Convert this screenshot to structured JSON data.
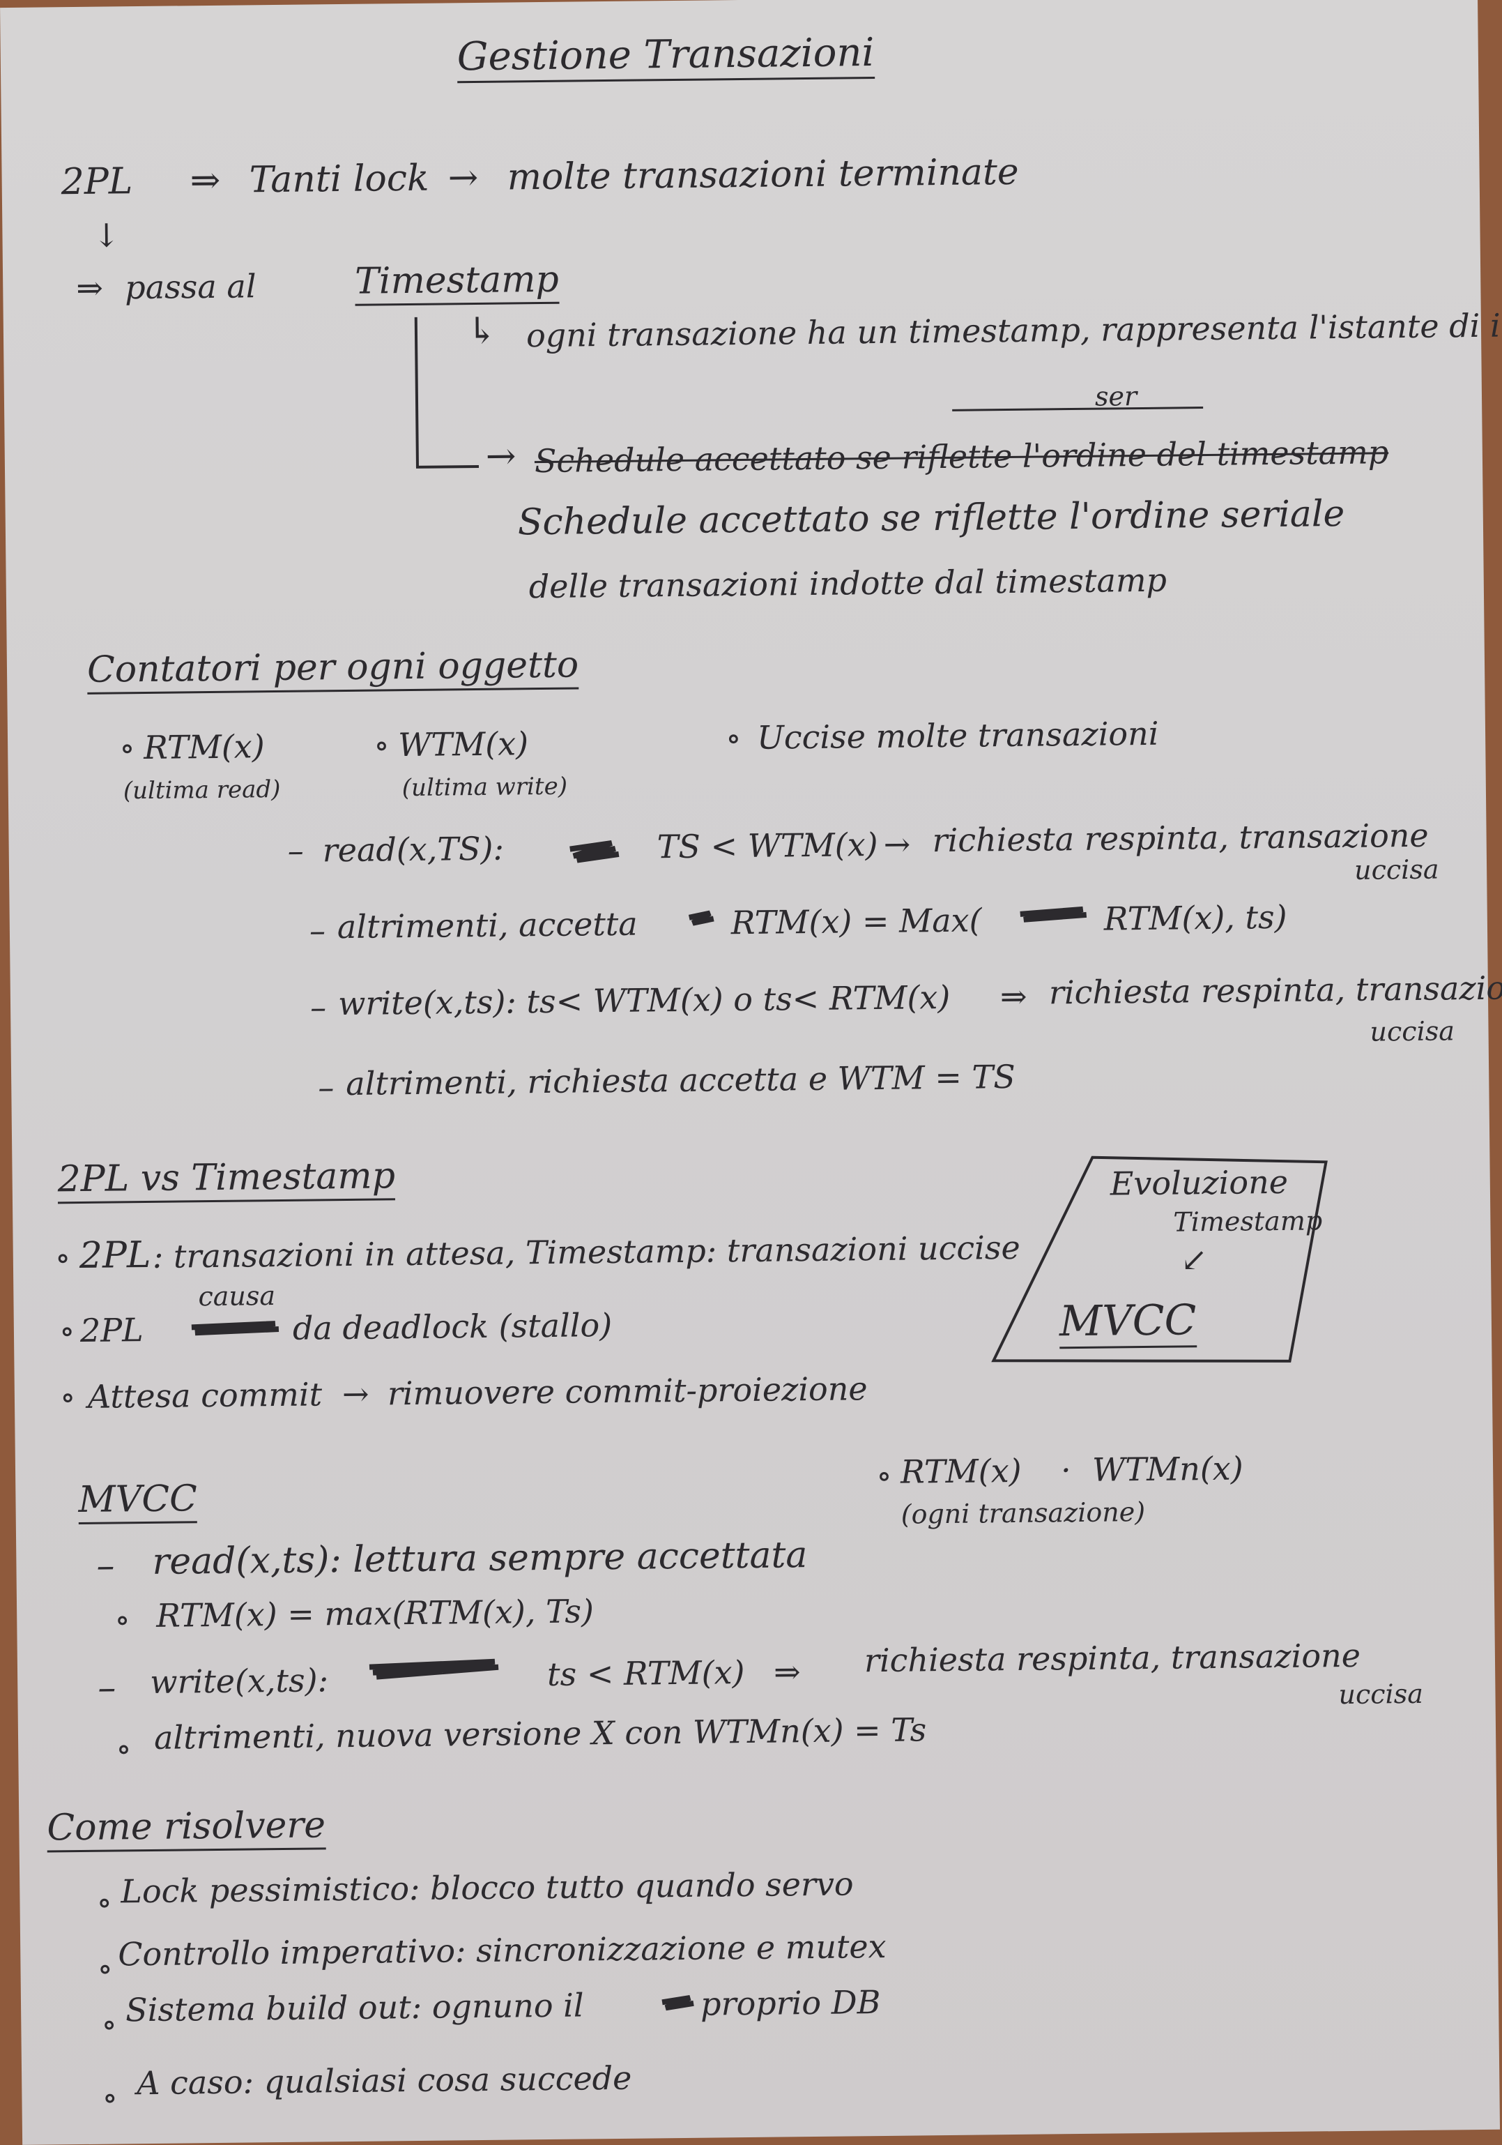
{
  "title": "Gestione Transazioni",
  "top": {
    "l1": {
      "a": "2PL",
      "b": "Tanti lock",
      "c": "molte transazioni terminate"
    },
    "l2": {
      "a": "passa al",
      "b": "Timestamp"
    },
    "l3": "ogni transazione ha un timestamp, rappresenta l'istante di inizio",
    "l4_struck": "Schedule accettato se riflette l'ordine del timestamp",
    "l4_note": "ser",
    "l5": "Schedule accettato se riflette l'ordine seriale",
    "l6": "delle transazioni indotte dal timestamp"
  },
  "contatori": {
    "heading": "Contatori per ogni oggetto",
    "rtm": "RTM(x)",
    "rtm_note": "(ultima read)",
    "wtm": "WTM(x)",
    "wtm_note": "(ultima write)",
    "uccise": "Uccise molte transazioni",
    "r1": "read(x,TS):",
    "r1b": "TS < WTM(x)",
    "r1c": "richiesta respinta, transazione",
    "r1d": "uccisa",
    "r2a": "altrimenti, accetta",
    "r2b": "RTM(x) = Max(",
    "r2c": "RTM(x), ts)",
    "r3a": "write(x,ts): ts< WTM(x) o ts< RTM(x)",
    "r3b": "richiesta respinta, transazione",
    "r3c": "uccisa",
    "r4": "altrimenti, richiesta accetta e WTM = TS"
  },
  "vs": {
    "heading": "2PL vs Timestamp",
    "b1a": "2PL",
    "b1b": ": transazioni in attesa, Timestamp: transazioni uccise",
    "b2a": "2PL",
    "b2b": "causa",
    "b2c": "da deadlock (stallo)",
    "b3a": "Attesa commit",
    "b3b": "rimuovere commit-proiezione",
    "box_a": "Evoluzione",
    "box_b": "Timestamp",
    "box_c": "MVCC"
  },
  "mvcc": {
    "heading": "MVCC",
    "rtm": "RTM(x)",
    "wtm": "WTMn(x)",
    "note": "(ogni transazione)",
    "m1": "read(x,ts): lettura sempre accettata",
    "m2": "RTM(x) = max(RTM(x), Ts)",
    "m3a": "write(x,ts):",
    "m3b": "ts < RTM(x)",
    "m3c": "richiesta respinta, transazione",
    "m3d": "uccisa",
    "m4": "altrimenti, nuova versione X con WTMn(x) = Ts"
  },
  "risolvere": {
    "heading": "Come risolvere",
    "i1": "Lock pessimistico: blocco tutto quando servo",
    "i2": "Controllo imperativo: sincronizzazione e mutex",
    "i3a": "Sistema build out: ognuno il",
    "i3b": "proprio DB",
    "i4": "A caso: qualsiasi cosa succede"
  }
}
